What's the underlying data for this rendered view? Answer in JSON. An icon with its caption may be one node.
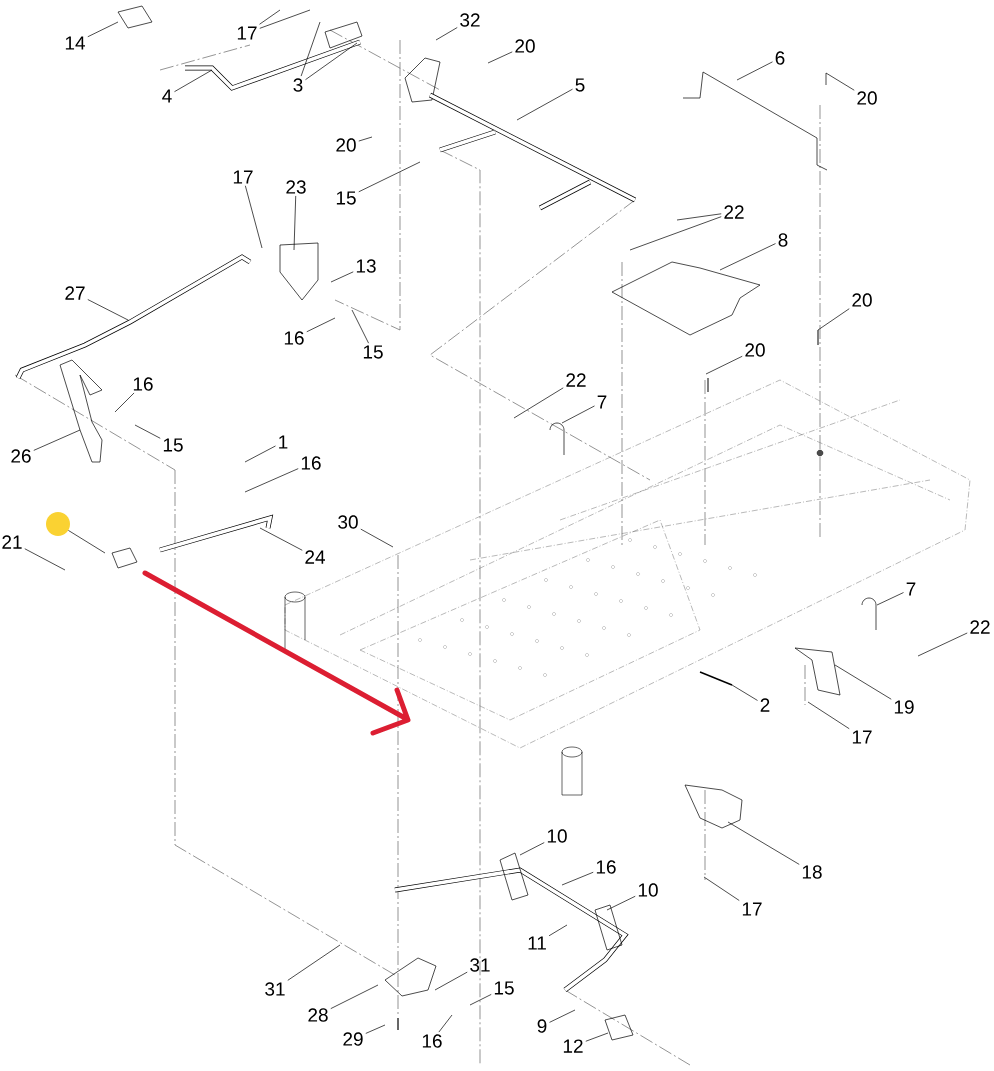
{
  "diagram": {
    "nodes": [
      {
        "text": [
          "14"
        ]
      },
      {
        "text": [
          "17"
        ]
      },
      {
        "text": [
          "3"
        ]
      },
      {
        "text": [
          "4"
        ]
      },
      {
        "text": [
          "32"
        ]
      },
      {
        "text": [
          "20"
        ]
      },
      {
        "text": [
          "5"
        ]
      },
      {
        "text": [
          "6"
        ]
      },
      {
        "text": [
          "20"
        ]
      },
      {
        "text": [
          "20"
        ]
      },
      {
        "text": [
          "15"
        ]
      },
      {
        "text": [
          "17"
        ]
      },
      {
        "text": [
          "23"
        ]
      },
      {
        "text": [
          "13"
        ]
      },
      {
        "text": [
          "22"
        ]
      },
      {
        "text": [
          "8"
        ]
      },
      {
        "text": [
          "27"
        ]
      },
      {
        "text": [
          "16"
        ]
      },
      {
        "text": [
          "15"
        ]
      },
      {
        "text": [
          "20"
        ]
      },
      {
        "text": [
          "20"
        ]
      },
      {
        "text": [
          "16"
        ]
      },
      {
        "text": [
          "22"
        ]
      },
      {
        "text": [
          "7"
        ]
      },
      {
        "text": [
          "26"
        ]
      },
      {
        "text": [
          "15"
        ]
      },
      {
        "text": [
          "1"
        ]
      },
      {
        "text": [
          "16"
        ]
      },
      {
        "text": [
          "21"
        ]
      },
      {
        "text": [],
        "shape": "circle"
      },
      {
        "text": [
          "24"
        ]
      },
      {
        "text": [
          "30"
        ]
      },
      {
        "text": [
          "7"
        ]
      },
      {
        "text": [
          "22"
        ]
      },
      {
        "text": [
          "2"
        ]
      },
      {
        "text": [
          "19"
        ]
      },
      {
        "text": [
          "17"
        ]
      },
      {
        "text": [
          "10"
        ]
      },
      {
        "text": [
          "16"
        ]
      },
      {
        "text": [
          "10"
        ]
      },
      {
        "text": [
          "18"
        ]
      },
      {
        "text": [
          "17"
        ]
      },
      {
        "text": [
          "11"
        ]
      },
      {
        "text": [
          "31"
        ]
      },
      {
        "text": [
          "31"
        ]
      },
      {
        "text": [
          "15"
        ]
      },
      {
        "text": [
          "28"
        ]
      },
      {
        "text": [
          "29"
        ]
      },
      {
        "text": [
          "16"
        ]
      },
      {
        "text": [
          "9"
        ]
      },
      {
        "text": [
          "12"
        ]
      }
    ],
    "edges": [
      {
        "from": 0,
        "to": null,
        "arrow": "none"
      },
      {
        "from": 1,
        "to": null,
        "arrow": "none"
      },
      {
        "from": 1,
        "to": null,
        "arrow": "none"
      },
      {
        "from": 2,
        "to": null,
        "arrow": "none"
      },
      {
        "from": 2,
        "to": null,
        "arrow": "none"
      },
      {
        "from": 3,
        "to": null,
        "arrow": "none"
      },
      {
        "from": 4,
        "to": null,
        "arrow": "none"
      },
      {
        "from": 5,
        "to": null,
        "arrow": "none"
      },
      {
        "from": 6,
        "to": null,
        "arrow": "none"
      },
      {
        "from": 7,
        "to": null,
        "arrow": "none"
      },
      {
        "from": 8,
        "to": null,
        "arrow": "none"
      },
      {
        "from": 9,
        "to": null,
        "arrow": "none"
      },
      {
        "from": 10,
        "to": null,
        "arrow": "none"
      },
      {
        "from": 11,
        "to": null,
        "arrow": "none"
      },
      {
        "from": 12,
        "to": null,
        "arrow": "none"
      },
      {
        "from": 13,
        "to": null,
        "arrow": "none"
      },
      {
        "from": 14,
        "to": null,
        "arrow": "none"
      },
      {
        "from": 14,
        "to": null,
        "arrow": "none"
      },
      {
        "from": 15,
        "to": null,
        "arrow": "none"
      },
      {
        "from": 16,
        "to": null,
        "arrow": "none"
      },
      {
        "from": 17,
        "to": null,
        "arrow": "none"
      },
      {
        "from": 18,
        "to": null,
        "arrow": "none"
      },
      {
        "from": 19,
        "to": null,
        "arrow": "none"
      },
      {
        "from": 20,
        "to": null,
        "arrow": "none"
      },
      {
        "from": 21,
        "to": null,
        "arrow": "none"
      },
      {
        "from": 22,
        "to": null,
        "arrow": "none"
      },
      {
        "from": 23,
        "to": null,
        "arrow": "none"
      },
      {
        "from": 24,
        "to": null,
        "arrow": "none"
      },
      {
        "from": 25,
        "to": null,
        "arrow": "none"
      },
      {
        "from": 26,
        "to": null,
        "arrow": "none"
      },
      {
        "from": 27,
        "to": null,
        "arrow": "none"
      },
      {
        "from": 28,
        "to": null,
        "arrow": "none"
      },
      {
        "from": 29,
        "to": null,
        "arrow": "none"
      },
      {
        "from": 30,
        "to": null,
        "arrow": "none"
      },
      {
        "from": 31,
        "to": null,
        "arrow": "none"
      },
      {
        "from": 32,
        "to": null,
        "arrow": "none"
      },
      {
        "from": 33,
        "to": null,
        "arrow": "none"
      },
      {
        "from": 34,
        "to": null,
        "arrow": "none"
      },
      {
        "from": 35,
        "to": null,
        "arrow": "none"
      },
      {
        "from": 36,
        "to": null,
        "arrow": "none"
      },
      {
        "from": 37,
        "to": null,
        "arrow": "none"
      },
      {
        "from": 38,
        "to": null,
        "arrow": "none"
      },
      {
        "from": 39,
        "to": null,
        "arrow": "none"
      },
      {
        "from": 40,
        "to": null,
        "arrow": "none"
      },
      {
        "from": 41,
        "to": null,
        "arrow": "none"
      },
      {
        "from": 42,
        "to": null,
        "arrow": "none"
      },
      {
        "from": 43,
        "to": null,
        "arrow": "none"
      },
      {
        "from": 44,
        "to": null,
        "arrow": "none"
      },
      {
        "from": 45,
        "to": null,
        "arrow": "none"
      },
      {
        "from": 46,
        "to": null,
        "arrow": "none"
      },
      {
        "from": 47,
        "to": null,
        "arrow": "none"
      },
      {
        "from": 48,
        "to": null,
        "arrow": "none"
      },
      {
        "from": 49,
        "to": null,
        "arrow": "none"
      },
      {
        "from": 50,
        "to": null,
        "arrow": "none"
      }
    ]
  }
}
